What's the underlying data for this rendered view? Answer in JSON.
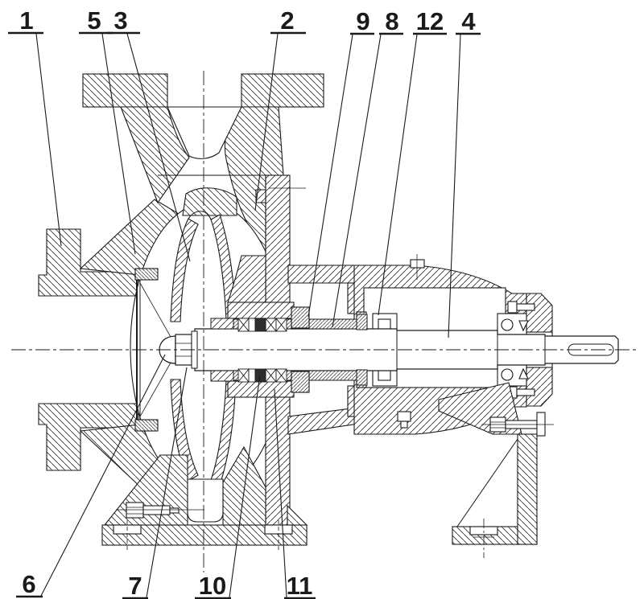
{
  "figure": {
    "type": "technical-sectional-drawing",
    "subject": "centrifugal-pump-cross-section"
  },
  "colors": {
    "line": "#1a1a1a",
    "background": "#ffffff",
    "packing_dark": "#2e2e2e"
  },
  "callouts": {
    "items": [
      {
        "number": "1"
      },
      {
        "number": "5"
      },
      {
        "number": "3"
      },
      {
        "number": "2"
      },
      {
        "number": "9"
      },
      {
        "number": "8"
      },
      {
        "number": "12"
      },
      {
        "number": "4"
      },
      {
        "number": "6"
      },
      {
        "number": "7"
      },
      {
        "number": "10"
      },
      {
        "number": "11"
      }
    ]
  }
}
